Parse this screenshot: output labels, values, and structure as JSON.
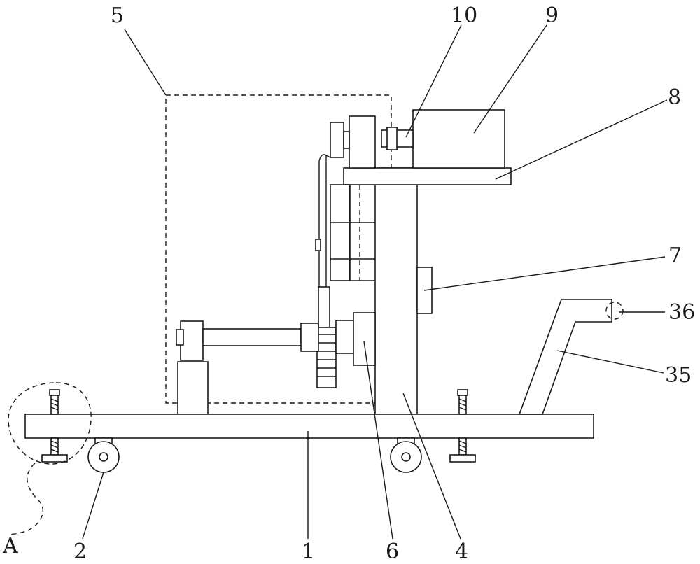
{
  "labels": {
    "l1": "1",
    "l2": "2",
    "l4": "4",
    "l5": "5",
    "l6": "6",
    "l7": "7",
    "l8": "8",
    "l9": "9",
    "l10": "10",
    "l35": "35",
    "l36": "36",
    "lA": "A"
  }
}
